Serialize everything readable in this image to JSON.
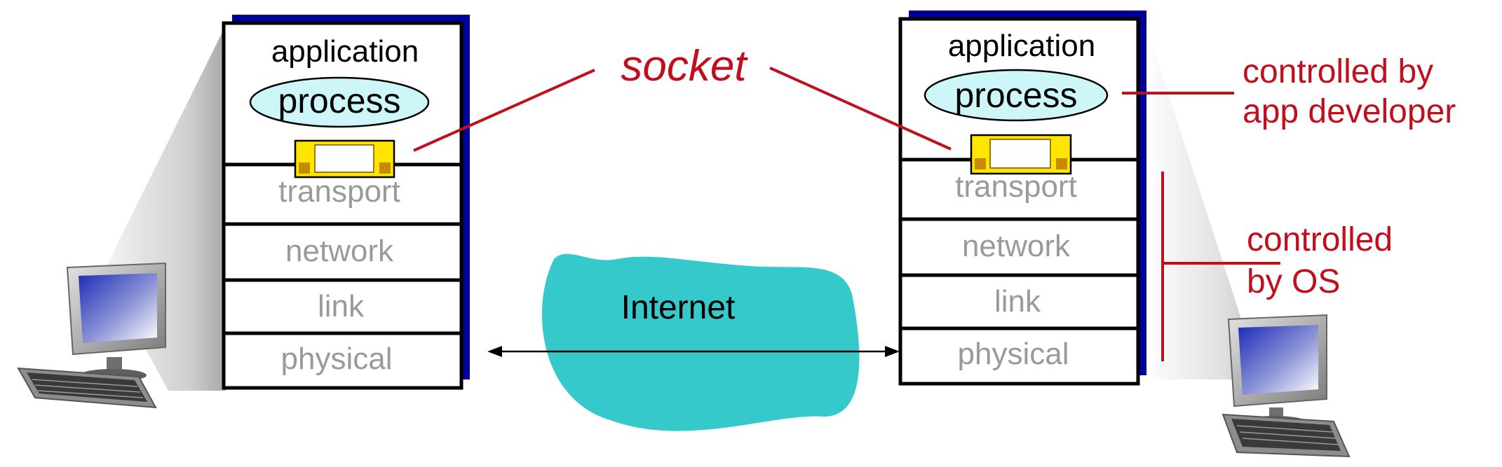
{
  "socket_label": "socket",
  "left_host": {
    "application_label": "application",
    "process_label": "process",
    "layers": [
      "transport",
      "network",
      "link",
      "physical"
    ]
  },
  "right_host": {
    "application_label": "application",
    "process_label": "process",
    "layers": [
      "transport",
      "network",
      "link",
      "physical"
    ]
  },
  "internet_label": "Internet",
  "annotations": {
    "app_developer": [
      "controlled by",
      "app developer"
    ],
    "os": [
      "controlled",
      "by OS"
    ]
  },
  "colors": {
    "accent_red": "#c0101e",
    "process_fill": "#cdf6f8",
    "socket_fill": "#ffe600",
    "socket_port": "#c78a00",
    "cloud_fill": "#35c9cb",
    "stack_shadow": "#000099",
    "layer_text": "#9a9a9a"
  },
  "icons": [
    "desktop-computer-icon",
    "desktop-computer-icon"
  ]
}
